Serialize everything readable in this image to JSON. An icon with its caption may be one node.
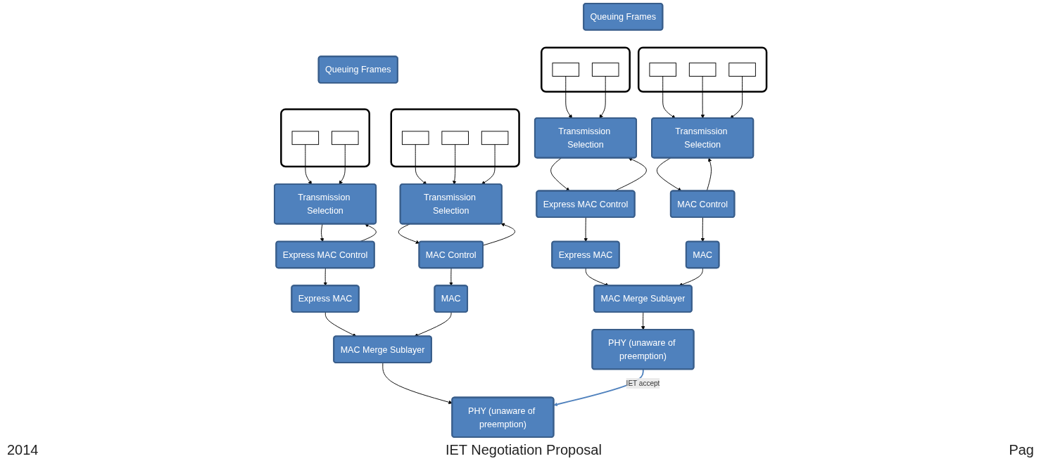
{
  "diagram": {
    "nodes": [
      {
        "text": [
          "Queuing Frames"
        ]
      },
      {
        "text": [],
        "shape": "box"
      },
      {
        "text": [],
        "shape": "box",
        "in": 1
      },
      {
        "text": [],
        "shape": "box",
        "in": 1
      },
      {
        "text": [],
        "shape": "box"
      },
      {
        "text": [],
        "shape": "box",
        "in": 4
      },
      {
        "text": [],
        "shape": "box",
        "in": 4
      },
      {
        "text": [],
        "shape": "box",
        "in": 4
      },
      {
        "text": [
          "Transmission Selection"
        ]
      },
      {
        "text": [
          "Transmission Selection"
        ]
      },
      {
        "text": [
          "Express MAC Control"
        ]
      },
      {
        "text": [
          "MAC Control"
        ]
      },
      {
        "text": [
          "Express MAC"
        ]
      },
      {
        "text": [
          "MAC"
        ]
      },
      {
        "text": [
          "MAC Merge Sublayer"
        ]
      },
      {
        "text": [
          "PHY (unaware of preemption)"
        ]
      },
      {
        "text": [
          "Queuing Frames"
        ]
      },
      {
        "text": [],
        "shape": "box"
      },
      {
        "text": [],
        "shape": "box",
        "in": 17
      },
      {
        "text": [],
        "shape": "box",
        "in": 17
      },
      {
        "text": [],
        "shape": "box"
      },
      {
        "text": [],
        "shape": "box",
        "in": 20
      },
      {
        "text": [],
        "shape": "box",
        "in": 20
      },
      {
        "text": [],
        "shape": "box",
        "in": 20
      },
      {
        "text": [
          "Transmission Selection"
        ]
      },
      {
        "text": [
          "Transmission Selection"
        ]
      },
      {
        "text": [
          "Express MAC Control"
        ]
      },
      {
        "text": [
          "MAC Control"
        ]
      },
      {
        "text": [
          "Express MAC"
        ]
      },
      {
        "text": [
          "MAC"
        ]
      },
      {
        "text": [
          "MAC Merge Sublayer"
        ]
      },
      {
        "text": [
          "PHY (unaware of preemption)"
        ]
      }
    ],
    "edges": [
      {
        "from": 2,
        "to": 8,
        "arrow": "to"
      },
      {
        "from": 3,
        "to": 8,
        "arrow": "to"
      },
      {
        "from": 5,
        "to": 9,
        "arrow": "to"
      },
      {
        "from": 6,
        "to": 9,
        "arrow": "to"
      },
      {
        "from": 7,
        "to": 9,
        "arrow": "to"
      },
      {
        "from": 10,
        "to": 8,
        "arrow": "to"
      },
      {
        "from": 8,
        "to": 10,
        "arrow": "to"
      },
      {
        "from": 11,
        "to": 9,
        "arrow": "to"
      },
      {
        "from": 9,
        "to": 11,
        "arrow": "to"
      },
      {
        "from": 10,
        "to": 12,
        "arrow": "to"
      },
      {
        "from": 11,
        "to": 13,
        "arrow": "to"
      },
      {
        "from": 12,
        "to": 14,
        "arrow": "to"
      },
      {
        "from": 13,
        "to": 14,
        "arrow": "to"
      },
      {
        "from": 14,
        "to": 15,
        "arrow": "to"
      },
      {
        "from": 18,
        "to": 24,
        "arrow": "to"
      },
      {
        "from": 19,
        "to": 24,
        "arrow": "to"
      },
      {
        "from": 21,
        "to": 25,
        "arrow": "to"
      },
      {
        "from": 22,
        "to": 25,
        "arrow": "to"
      },
      {
        "from": 23,
        "to": 25,
        "arrow": "to"
      },
      {
        "from": 26,
        "to": 24,
        "arrow": "to"
      },
      {
        "from": 24,
        "to": 26,
        "arrow": "to"
      },
      {
        "from": 27,
        "to": 25,
        "arrow": "to"
      },
      {
        "from": 25,
        "to": 27,
        "arrow": "to"
      },
      {
        "from": 26,
        "to": 28,
        "arrow": "to"
      },
      {
        "from": 27,
        "to": 29,
        "arrow": "to"
      },
      {
        "from": 28,
        "to": 30,
        "arrow": "to"
      },
      {
        "from": 29,
        "to": 30,
        "arrow": "to"
      },
      {
        "from": 30,
        "to": 31,
        "arrow": "to"
      },
      {
        "from": 15,
        "to": 31,
        "label": "IET accept",
        "arrow": "to",
        "color": "#4f81bd"
      }
    ],
    "labels": [
      "2014",
      "IET Negotiation Proposal",
      "Pag"
    ]
  }
}
